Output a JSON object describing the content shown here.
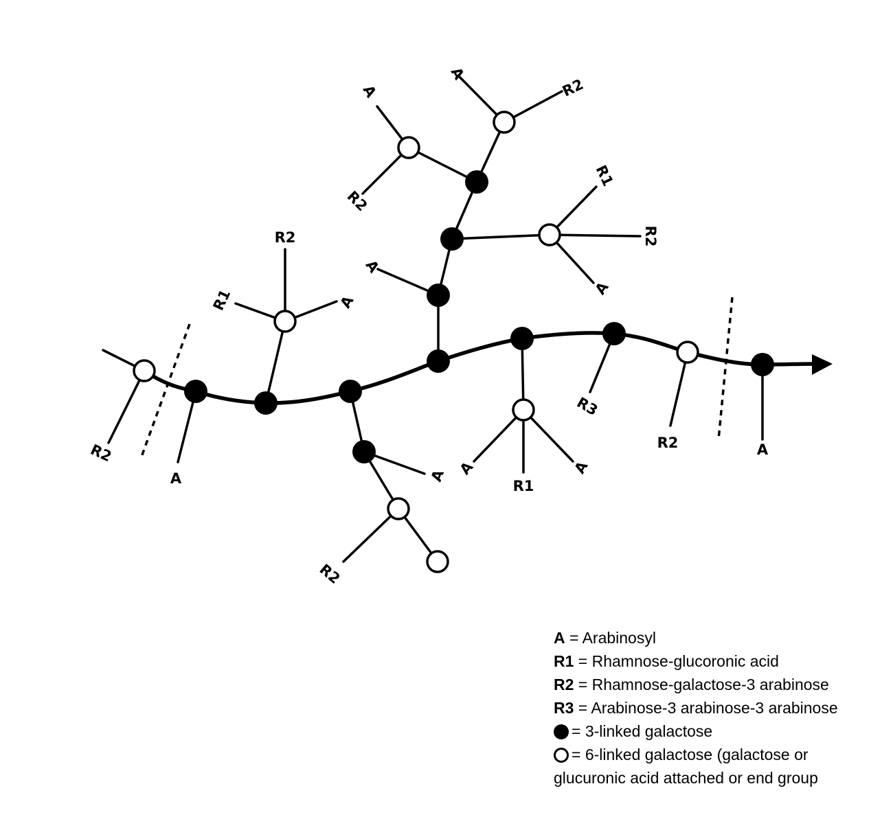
{
  "diagram": {
    "residue_labels": {
      "arabinosyl": "A",
      "rg_acid": "R1",
      "rga": "R2",
      "aaa": "R3"
    }
  },
  "legend": {
    "a": {
      "symbol": "A",
      "text": "= Arabinosyl"
    },
    "r1": {
      "symbol": "R1",
      "text": " = Rhamnose-glucoronic acid"
    },
    "r2": {
      "symbol": "R2",
      "text": " = Rhamnose-galactose-3 arabinose"
    },
    "r3": {
      "symbol": "R3",
      "text": " = Arabinose-3 arabinose-3 arabinose"
    },
    "filled": {
      "text": "= 3-linked galactose"
    },
    "open": {
      "text": "= 6-linked galactose (galactose or"
    },
    "open_cont": {
      "text": "glucuronic acid attached or end group"
    }
  }
}
